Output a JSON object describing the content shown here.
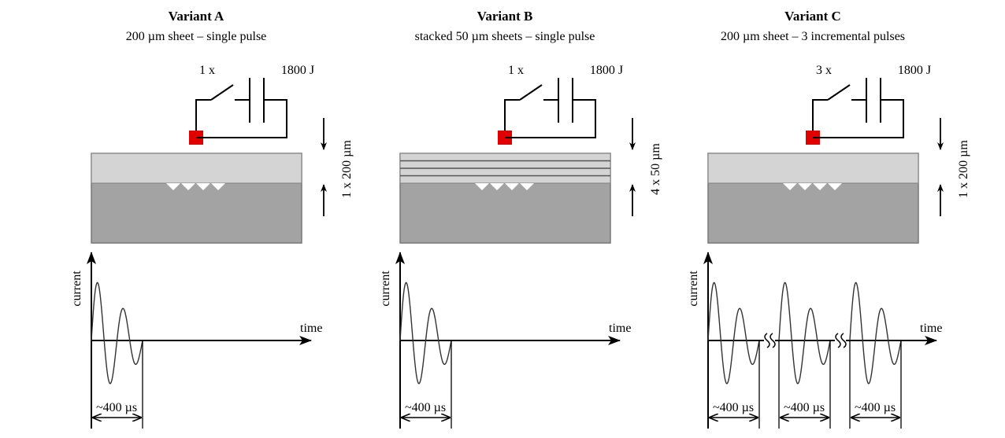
{
  "panels": [
    {
      "title": "Variant A",
      "subtitle": "200 µm sheet – single pulse",
      "pulse_count_label": "1 x",
      "energy_label": "1800 J",
      "thickness_label": "1 x 200 µm",
      "layers": 1,
      "pulses": 1
    },
    {
      "title": "Variant B",
      "subtitle": "stacked 50 µm  sheets – single pulse",
      "pulse_count_label": "1 x",
      "energy_label": "1800 J",
      "thickness_label": "4 x 50 µm",
      "layers": 4,
      "pulses": 1
    },
    {
      "title": "Variant C",
      "subtitle": "200 µm sheet – 3 incremental pulses",
      "pulse_count_label": "3 x",
      "energy_label": "1800 J",
      "thickness_label": "1 x 200 µm",
      "layers": 1,
      "pulses": 3
    }
  ],
  "axis": {
    "y_label": "current",
    "x_label": "time",
    "duration_label": "~400 µs"
  },
  "colors": {
    "electrode": "#e00000",
    "sheet": "#d4d4d4",
    "base": "#a3a3a3"
  }
}
